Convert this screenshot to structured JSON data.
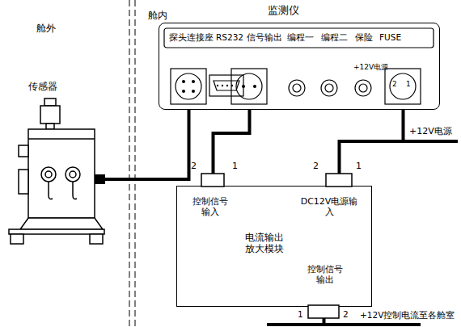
{
  "diagram": {
    "nodes": [
      {
        "text": [
          "传感器"
        ]
      },
      {
        "text": [
          "监测仪",
          "探头连接座",
          "RS232",
          "信号输出",
          "编程一",
          "编程二",
          "保险",
          "FUSE",
          "+12V电源"
        ]
      },
      {
        "text": [
          "控制信号输入",
          "DC12V电源输入",
          "电流输出放大模块",
          "控制信号输出"
        ]
      }
    ],
    "edges": [
      {
        "from": 0,
        "to": 1,
        "arrow": "none"
      },
      {
        "from": 1,
        "to": 2,
        "arrow": "none"
      },
      {
        "from": 1,
        "to": 2,
        "arrow": "none"
      }
    ],
    "labels": [
      "舱外",
      "舱内",
      "2",
      "1",
      "2",
      "1",
      "2",
      "1",
      "1",
      "2",
      "+12V电源",
      "+12V控制电流至各舱室"
    ]
  }
}
